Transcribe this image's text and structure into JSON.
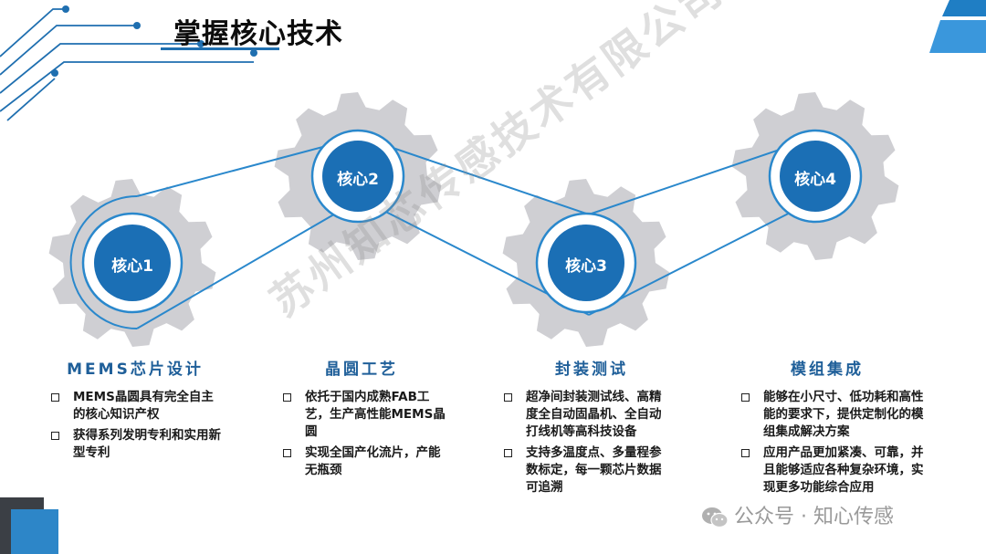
{
  "title": "掌握核心技术",
  "watermark": "苏州知芯传感技术有限公司",
  "cores": [
    {
      "label": "核心1"
    },
    {
      "label": "核心2"
    },
    {
      "label": "核心3"
    },
    {
      "label": "核心4"
    }
  ],
  "columns": [
    {
      "heading": "MEMS芯片设计",
      "bullets": [
        "MEMS晶圆具有完全自主的核心知识产权",
        "获得系列发明专利和实用新型专利"
      ]
    },
    {
      "heading": "晶圆工艺",
      "bullets": [
        "依托于国内成熟FAB工艺，生产高性能MEMS晶圆",
        "实现全国产化流片，产能无瓶颈"
      ]
    },
    {
      "heading": "封装测试",
      "bullets": [
        "超净间封装测试线、高精度全自动固晶机、全自动打线机等高科技设备",
        "支持多温度点、多量程参数标定，每一颗芯片数据可追溯"
      ]
    },
    {
      "heading": "模组集成",
      "bullets": [
        "能够在小尺寸、低功耗和高性能的要求下，提供定制化的模组集成解决方案",
        "应用产品更加紧凑、可靠，并且能够适应各种复杂环境，实现更多功能综合应用"
      ]
    }
  ],
  "footer": {
    "text": "公众号 · 知心传感",
    "icon": "wechat-icon"
  },
  "colors": {
    "accent": "#1f7ec4",
    "gear": "#cfcfd3",
    "circle": "#1b6fb5",
    "title": "#0d0d0d"
  }
}
